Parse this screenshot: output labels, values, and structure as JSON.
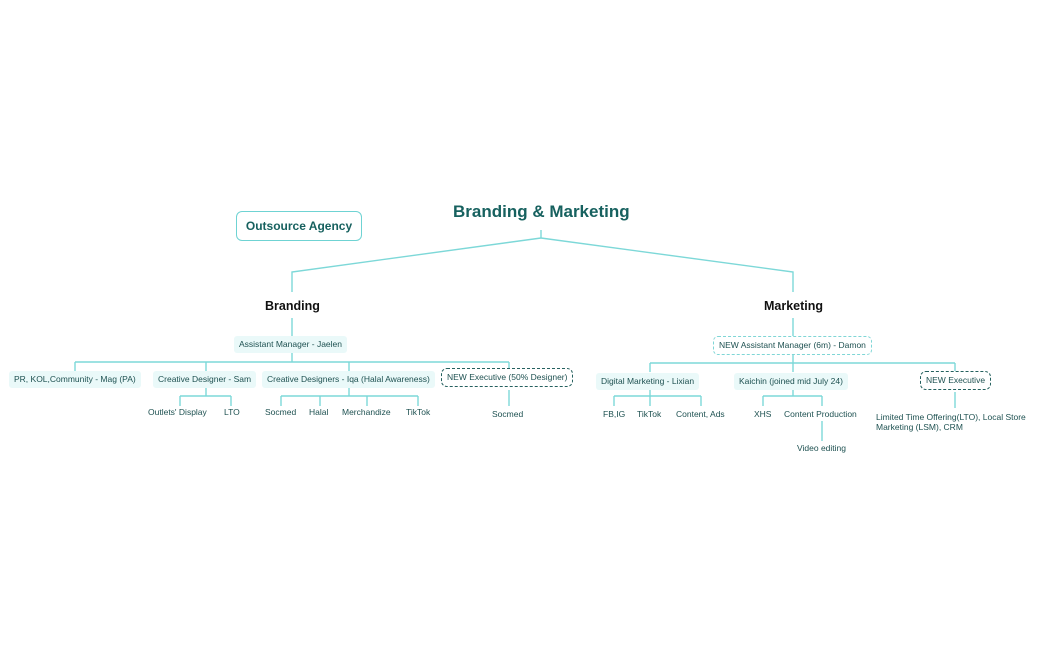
{
  "title": "Branding & Marketing",
  "outsource": "Outsource Agency",
  "branding": {
    "label": "Branding",
    "manager": "Assistant Manager - Jaelen",
    "children": [
      {
        "label": "PR, KOL,Community - Mag (PA)",
        "leaves": []
      },
      {
        "label": "Creative Designer - Sam",
        "leaves": [
          "Outlets' Display",
          "LTO"
        ]
      },
      {
        "label": "Creative Designers - Iqa (Halal Awareness)",
        "leaves": [
          "Socmed",
          "Halal",
          "Merchandize",
          "TikTok"
        ]
      },
      {
        "label": "NEW Executive (50% Designer)",
        "leaves": [
          "Socmed"
        ]
      }
    ]
  },
  "marketing": {
    "label": "Marketing",
    "manager": "NEW Assistant Manager (6m) - Damon",
    "children": [
      {
        "label": "Digital Marketing - Lixian",
        "leaves": [
          "FB,IG",
          "TikTok",
          "Content, Ads"
        ]
      },
      {
        "label": "Kaichin (joined mid July 24)",
        "leaves": [
          "XHS",
          "Content Production"
        ],
        "subleaf": "Video editing"
      },
      {
        "label": "NEW Executive",
        "leaves": [
          "Limited Time Offering(LTO), Local Store Marketing (LSM), CRM"
        ]
      }
    ]
  },
  "colors": {
    "connector": "#7dd8d8",
    "title": "#17615f",
    "pill_bg": "#eaf9f9",
    "dashed_dark": "#24605e"
  }
}
